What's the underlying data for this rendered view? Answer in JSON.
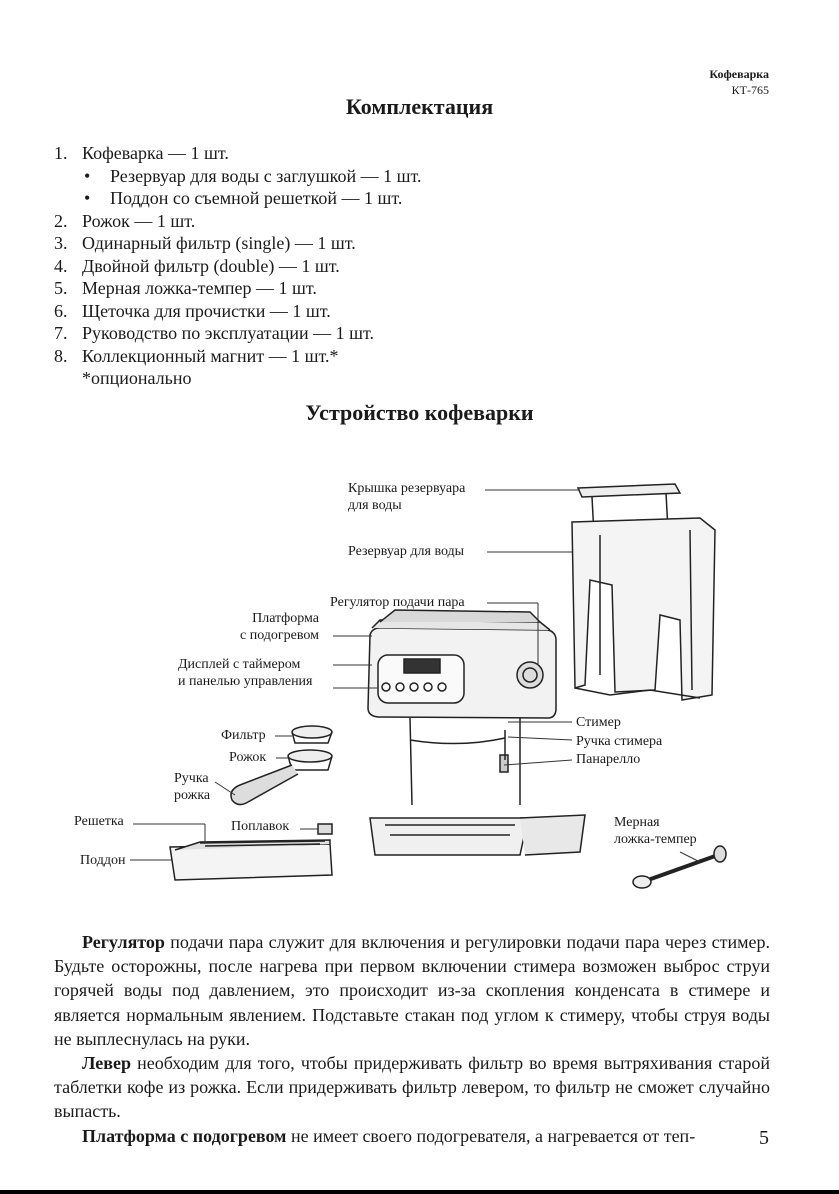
{
  "header": {
    "title": "Кофеварка",
    "model": "КТ-765"
  },
  "section1": {
    "title": "Комплектация",
    "items": [
      {
        "num": "1.",
        "text": "Кофеварка — 1 шт."
      },
      {
        "num": "•",
        "text": "Резервуар для воды с заглушкой — 1 шт."
      },
      {
        "num": "•",
        "text": "Поддон со съемной решеткой — 1 шт."
      },
      {
        "num": "2.",
        "text": "Рожок — 1 шт."
      },
      {
        "num": "3.",
        "text": "Одинарный фильтр (single) — 1 шт."
      },
      {
        "num": "4.",
        "text": "Двойной фильтр (double) — 1 шт."
      },
      {
        "num": "5.",
        "text": "Мерная ложка-темпер — 1 шт."
      },
      {
        "num": "6.",
        "text": "Щеточка для прочистки — 1 шт."
      },
      {
        "num": "7.",
        "text": "Руководство по эксплуатации — 1 шт."
      },
      {
        "num": "8.",
        "text": "Коллекционный магнит — 1 шт.*"
      }
    ],
    "note": "*опционально"
  },
  "section2": {
    "title": "Устройство кофеварки"
  },
  "diagram_labels": {
    "lid": "Крышка резервуара\nдля воды",
    "tank": "Резервуар для воды",
    "steam_knob": "Регулятор подачи пара",
    "platform": "Платформа\nс подогревом",
    "display": "Дисплей с таймером\nи панелью управления",
    "filter": "Фильтр",
    "holder": "Рожок",
    "handle": "Ручка\nрожка",
    "grate": "Решетка",
    "float": "Поплавок",
    "tray": "Поддон",
    "steamer": "Стимер",
    "steamer_handle": "Ручка стимера",
    "panarello": "Панарелло",
    "tamper": "Мерная\nложка-темпер"
  },
  "paragraphs": [
    {
      "bold": "Регулятор",
      "text": " подачи пара служит для включения и регулировки подачи пара через стимер. Будьте осторожны, после нагрева при первом включении стимера возможен выброс струи горячей воды под давлением, это происходит из-за скопления конденсата в стимере и является нормальным явлением. Подставьте стакан под углом к стимеру, чтобы струя воды не выплеснулась на руки."
    },
    {
      "bold": "Левер",
      "text": " необходим для того, чтобы придерживать фильтр во время вытряхивания старой таблетки кофе из рожка. Если придерживать фильтр левером, то фильтр не сможет случайно выпасть."
    },
    {
      "bold": "Платформа с подогревом",
      "text": " не имеет своего подогревателя, а нагревается от теп-"
    }
  ],
  "page_number": "5"
}
